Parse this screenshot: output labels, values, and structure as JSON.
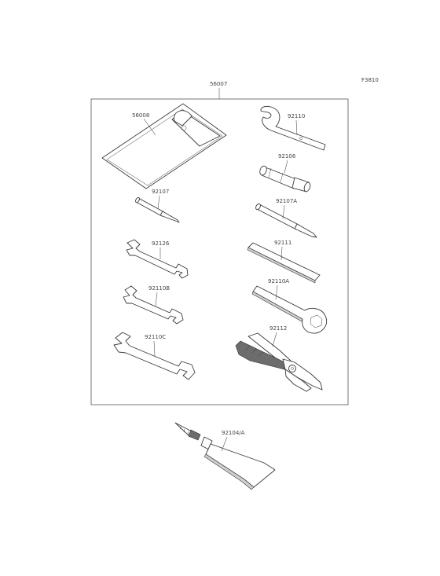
{
  "figure_code": "F3810",
  "kit": {
    "part_number": "56007"
  },
  "parts": [
    {
      "id": "pouch",
      "label": "56008",
      "icon": "tool-pouch-icon"
    },
    {
      "id": "pin-spanner",
      "label": "92110",
      "icon": "pin-spanner-icon"
    },
    {
      "id": "socket-handle",
      "label": "92106",
      "icon": "socket-handle-icon"
    },
    {
      "id": "screwdriver",
      "label": "92107",
      "icon": "screwdriver-bit-icon"
    },
    {
      "id": "screwdriver-a",
      "label": "92107A",
      "icon": "screwdriver-bit-icon"
    },
    {
      "id": "handle-bar",
      "label": "92111",
      "icon": "handle-bar-icon"
    },
    {
      "id": "wrench-126",
      "label": "92126",
      "icon": "open-end-wrench-icon"
    },
    {
      "id": "box-wrench",
      "label": "92110A",
      "icon": "box-end-wrench-icon"
    },
    {
      "id": "wrench-b",
      "label": "92110B",
      "icon": "open-end-wrench-icon"
    },
    {
      "id": "pliers",
      "label": "92112",
      "icon": "pliers-icon"
    },
    {
      "id": "wrench-c",
      "label": "92110C",
      "icon": "open-end-wrench-icon"
    }
  ],
  "repair_kit": {
    "label": "92104/A",
    "icon": "tire-repair-kit-icon"
  }
}
